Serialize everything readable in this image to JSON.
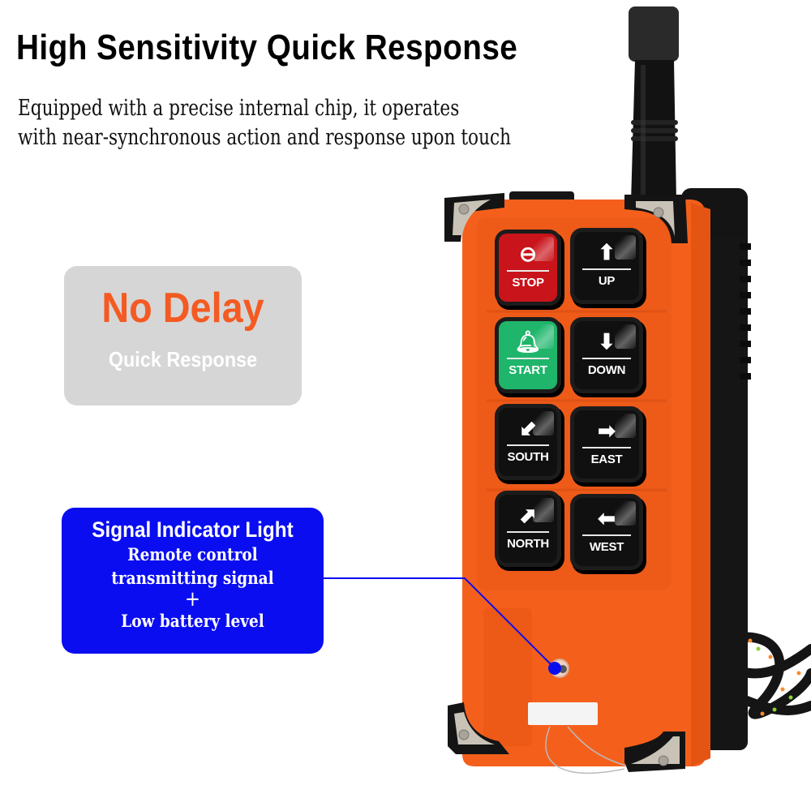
{
  "headline": "High Sensitivity Quick Response",
  "subheadline": {
    "line1": "Equipped with a precise internal chip, it operates",
    "line2": "with near-synchronous action and response upon touch"
  },
  "no_delay_badge": {
    "title": "No Delay",
    "subtitle": "Quick Response",
    "bg_color": "#d6d6d6",
    "title_color": "#f45a22"
  },
  "signal_callout": {
    "title": "Signal Indicator Light",
    "line1": "Remote control",
    "line2": "transmitting signal",
    "plus": "+",
    "line3": "Low battery level",
    "bg_color": "#0a0df0"
  },
  "remote": {
    "body_color": "#f4601c",
    "buttons": [
      {
        "label": "STOP",
        "icon": "no-entry-icon",
        "glyph": "⊖",
        "color": "#c8141a"
      },
      {
        "label": "UP",
        "icon": "arrow-up-icon",
        "glyph": "⬆",
        "color": "#101010"
      },
      {
        "label": "START",
        "icon": "bell-icon",
        "glyph": "🔔︎",
        "color": "#1fb56b"
      },
      {
        "label": "DOWN",
        "icon": "arrow-down-icon",
        "glyph": "⬇",
        "color": "#101010"
      },
      {
        "label": "SOUTH",
        "icon": "arrow-down-left-icon",
        "glyph": "⬋",
        "color": "#101010"
      },
      {
        "label": "EAST",
        "icon": "arrow-right-icon",
        "glyph": "➡",
        "color": "#101010"
      },
      {
        "label": "NORTH",
        "icon": "arrow-up-right-icon",
        "glyph": "⬈",
        "color": "#101010"
      },
      {
        "label": "WEST",
        "icon": "arrow-left-icon",
        "glyph": "⬅",
        "color": "#101010"
      }
    ]
  }
}
